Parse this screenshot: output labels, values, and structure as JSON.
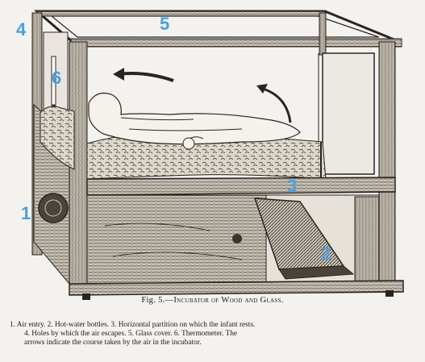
{
  "figure": {
    "labels": [
      "1",
      "2",
      "3",
      "4",
      "5",
      "6"
    ],
    "caption_fig": "Fig. 5.—",
    "caption_title": "Incubator of Wood and Glass.",
    "legend_line1": "1. Air entry.  2. Hot-water bottles.  3. Horizontal partition on which the infant rests.",
    "legend_line2": "4. Holes by which the air escapes.  5. Glass cover.  6. Thermometer.  The",
    "legend_line3": "arrows indicate the course taken by the air in the incubator.",
    "label_color": "#4a9fe0"
  }
}
